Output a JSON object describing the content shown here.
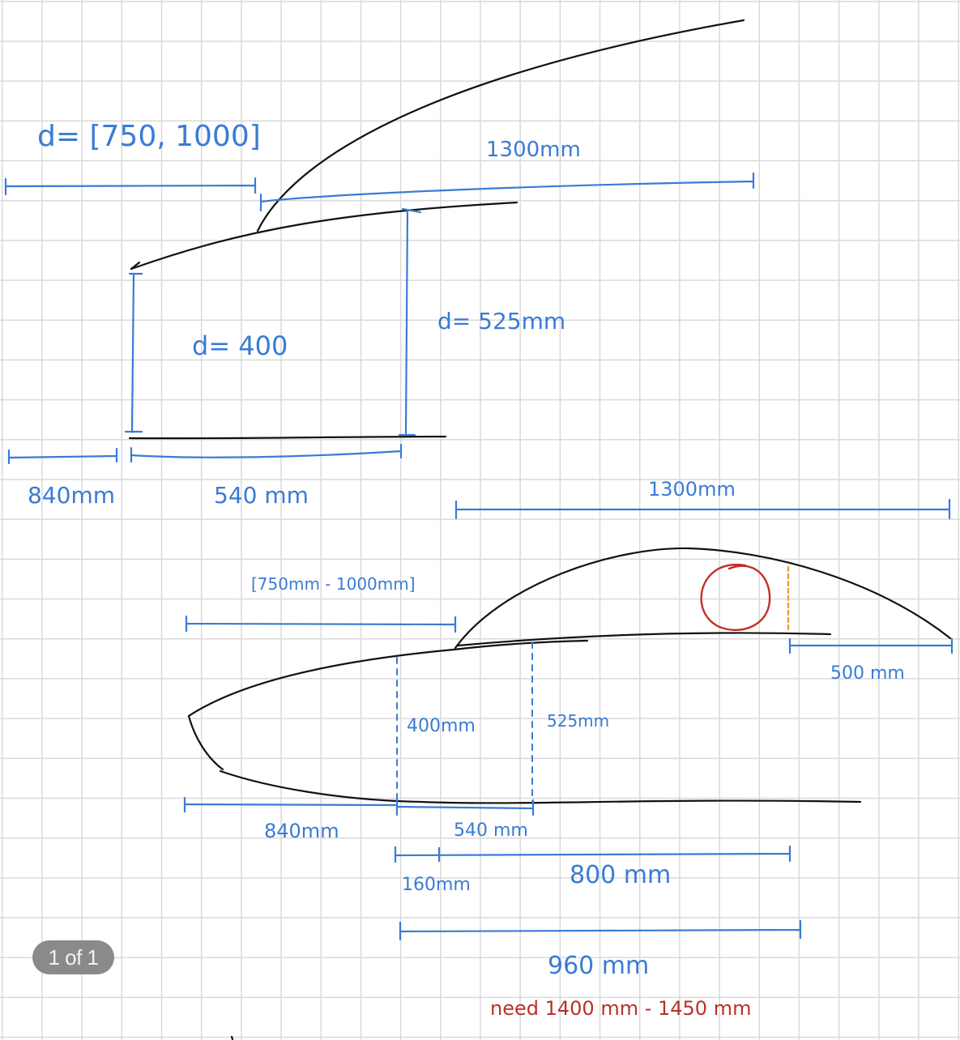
{
  "page_indicator": "1 of 1",
  "colors": {
    "ink_black": "#111111",
    "ink_blue": "#3a7bd5",
    "ink_red": "#b83228",
    "ink_orange": "#e8a040",
    "grid": "#d9d9d9",
    "badge": "#8a8a8a"
  },
  "upper_sketch": {
    "spacing_label": "d= [750, 1000]",
    "upper_length": "1300mm",
    "front_height": "d= 400",
    "rear_height": "d= 525mm",
    "offset": "840mm",
    "base_length": "540 mm"
  },
  "lower_sketch": {
    "total_length": "1300mm",
    "range_label": "[750mm - 1000mm]",
    "tail_length": "500 mm",
    "front_height": "400mm",
    "rear_height": "525mm",
    "offset": "840mm",
    "base_length": "540 mm",
    "gap": "160mm",
    "span": "800 mm",
    "overall": "960 mm",
    "need_note": "need 1400 mm - 1450 mm"
  }
}
